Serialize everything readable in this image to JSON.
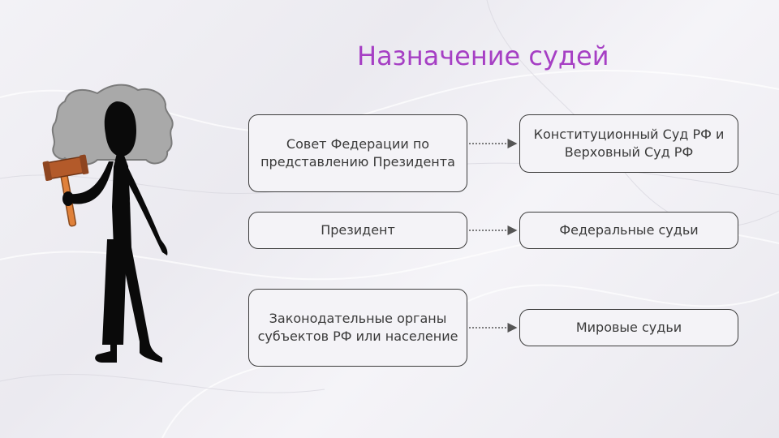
{
  "title": "Назначение судей",
  "rows": [
    {
      "source": "Совет Федерации по представлению Президента",
      "target": "Конституционный Суд РФ и Верховный Суд РФ"
    },
    {
      "source": "Президент",
      "target": "Федеральные судьи"
    },
    {
      "source": "Законодательные органы субъектов РФ или население",
      "target": "Мировые судьи"
    }
  ],
  "icons": {
    "illustration": "judge-with-gavel-icon"
  },
  "colors": {
    "title": "#a63fc4",
    "gavel": "#c0622a",
    "wig": "#a9a9a9",
    "border": "#3c3c3c"
  }
}
